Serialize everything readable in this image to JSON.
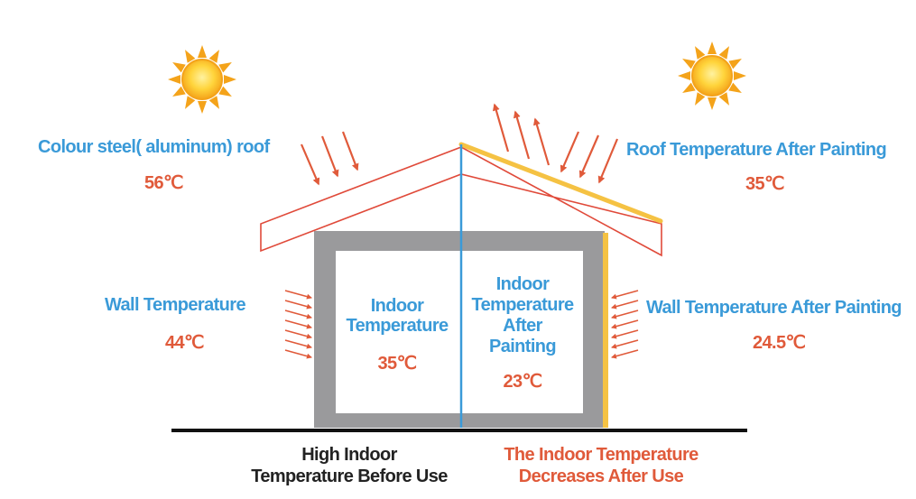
{
  "colors": {
    "blue_text": "#3a9ad8",
    "red_text": "#e05a3a",
    "arrow_red": "#e05a3a",
    "roof_outline": "#e04a3a",
    "wall_gray": "#9a9a9c",
    "coating_yellow": "#f5c243",
    "divider_blue": "#3a9ad8",
    "ground_black": "#111111",
    "sun_orange": "#f4a31a",
    "sun_yellow": "#ffd43b"
  },
  "labels": {
    "roof_left_title": "Colour steel( aluminum) roof",
    "roof_left_temp": "56℃",
    "roof_right_title": "Roof Temperature After Painting",
    "roof_right_temp": "35℃",
    "wall_left_title": "Wall Temperature",
    "wall_left_temp": "44℃",
    "wall_right_title": "Wall Temperature After Painting",
    "wall_right_temp": "24.5℃",
    "indoor_left_line1": "Indoor",
    "indoor_left_line2": "Temperature",
    "indoor_left_temp": "35℃",
    "indoor_right_line1": "Indoor",
    "indoor_right_line2": "Temperature",
    "indoor_right_line3": "After",
    "indoor_right_line4": "Painting",
    "indoor_right_temp": "23℃",
    "bottom_left_line1": "High Indoor",
    "bottom_left_line2": "Temperature Before Use",
    "bottom_right_line1": "The Indoor Temperature",
    "bottom_right_line2": "Decreases After Use"
  },
  "icons": {
    "sun_left": "sun-icon",
    "sun_right": "sun-icon",
    "arrows_incoming_roof": "arrow-down-right-icon",
    "arrows_reflected_roof": "arrow-up-left-icon",
    "arrows_wall_left": "arrow-right-icon",
    "arrows_wall_right": "arrow-left-icon"
  }
}
